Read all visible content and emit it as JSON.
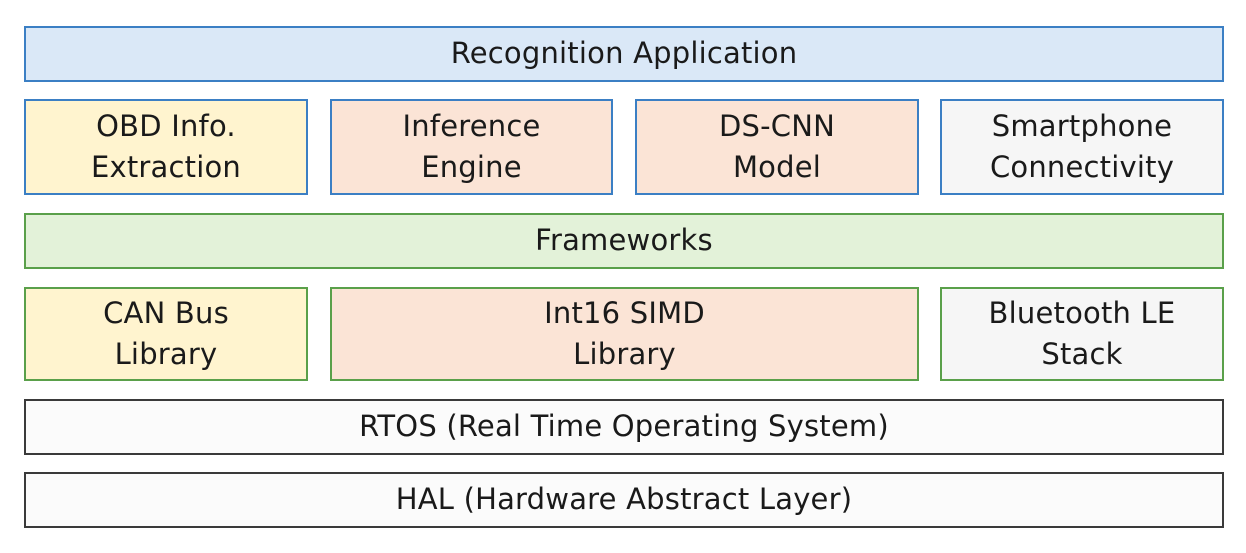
{
  "layers": {
    "application": {
      "label": "Recognition Application"
    },
    "modules": [
      {
        "line1": "OBD Info.",
        "line2": "Extraction"
      },
      {
        "line1": "Inference",
        "line2": "Engine"
      },
      {
        "line1": "DS-CNN",
        "line2": "Model"
      },
      {
        "line1": "Smartphone",
        "line2": "Connectivity"
      }
    ],
    "frameworks": {
      "label": "Frameworks"
    },
    "libraries": [
      {
        "line1": "CAN Bus",
        "line2": "Library"
      },
      {
        "line1": "Int16 SIMD",
        "line2": "Library"
      },
      {
        "line1": "Bluetooth LE",
        "line2": "Stack"
      }
    ],
    "rtos": {
      "label": "RTOS (Real Time Operating System)"
    },
    "hal": {
      "label": "HAL (Hardware Abstract Layer)"
    }
  },
  "colors": {
    "application_fill": "#dae8f7",
    "application_border": "#3b7fc4",
    "yellow_fill": "#fff4cf",
    "peach_fill": "#fbe4d6",
    "gray_fill": "#f6f6f6",
    "frameworks_fill": "#e3f2d9",
    "frameworks_border": "#5aa04a",
    "os_border": "#3a3a3a"
  }
}
